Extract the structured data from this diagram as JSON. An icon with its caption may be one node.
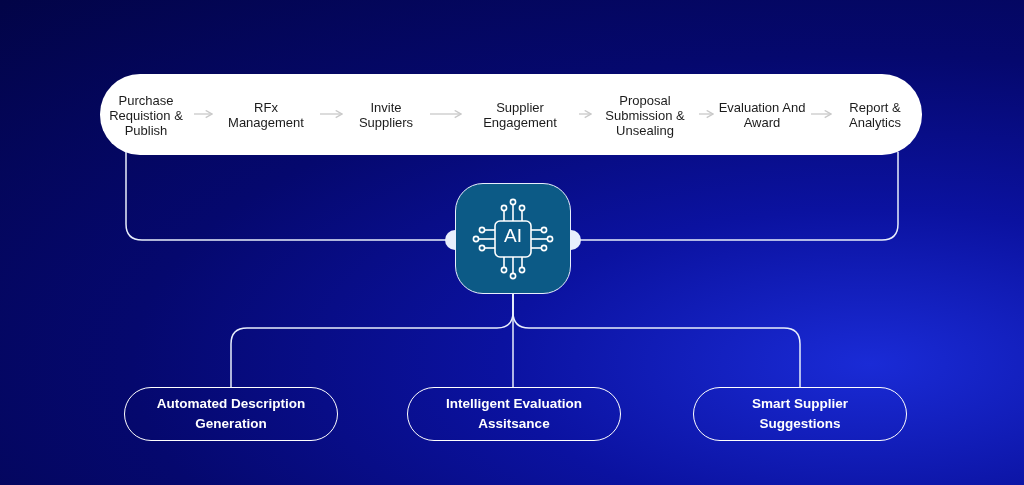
{
  "diagram": {
    "nodes": [
      {
        "text": [],
        "shape": "box"
      },
      {
        "text": [
          "Purchase Requistion & Publish"
        ],
        "in": 0
      },
      {
        "text": [
          "RFx Management"
        ],
        "in": 0
      },
      {
        "text": [
          "Invite Suppliers"
        ],
        "in": 0
      },
      {
        "text": [
          "Supplier Engagement"
        ],
        "in": 0
      },
      {
        "text": [
          "Proposal Submission & Unsealing"
        ],
        "in": 0
      },
      {
        "text": [
          "Evaluation And Award"
        ],
        "in": 0
      },
      {
        "text": [
          "Report & Analytics"
        ],
        "in": 0
      },
      {
        "text": [
          "AI"
        ]
      },
      {
        "text": [
          "Automated Description Generation"
        ]
      },
      {
        "text": [
          "Intelligent Evaluation Assitsance"
        ]
      },
      {
        "text": [
          "Smart Supplier Suggestions"
        ]
      }
    ],
    "edges": [
      {
        "from": 1,
        "to": 2,
        "arrow": "to"
      },
      {
        "from": 2,
        "to": 3,
        "arrow": "to"
      },
      {
        "from": 3,
        "to": 4,
        "arrow": "to"
      },
      {
        "from": 4,
        "to": 5,
        "arrow": "to"
      },
      {
        "from": 5,
        "to": 6,
        "arrow": "to"
      },
      {
        "from": 6,
        "to": 7,
        "arrow": "to"
      },
      {
        "from": 0,
        "to": 8,
        "arrow": "other"
      },
      {
        "from": 0,
        "to": 8,
        "arrow": "other"
      },
      {
        "from": 8,
        "to": 9,
        "arrow": "none"
      },
      {
        "from": 8,
        "to": 10,
        "arrow": "none"
      },
      {
        "from": 8,
        "to": 11,
        "arrow": "none"
      }
    ]
  }
}
